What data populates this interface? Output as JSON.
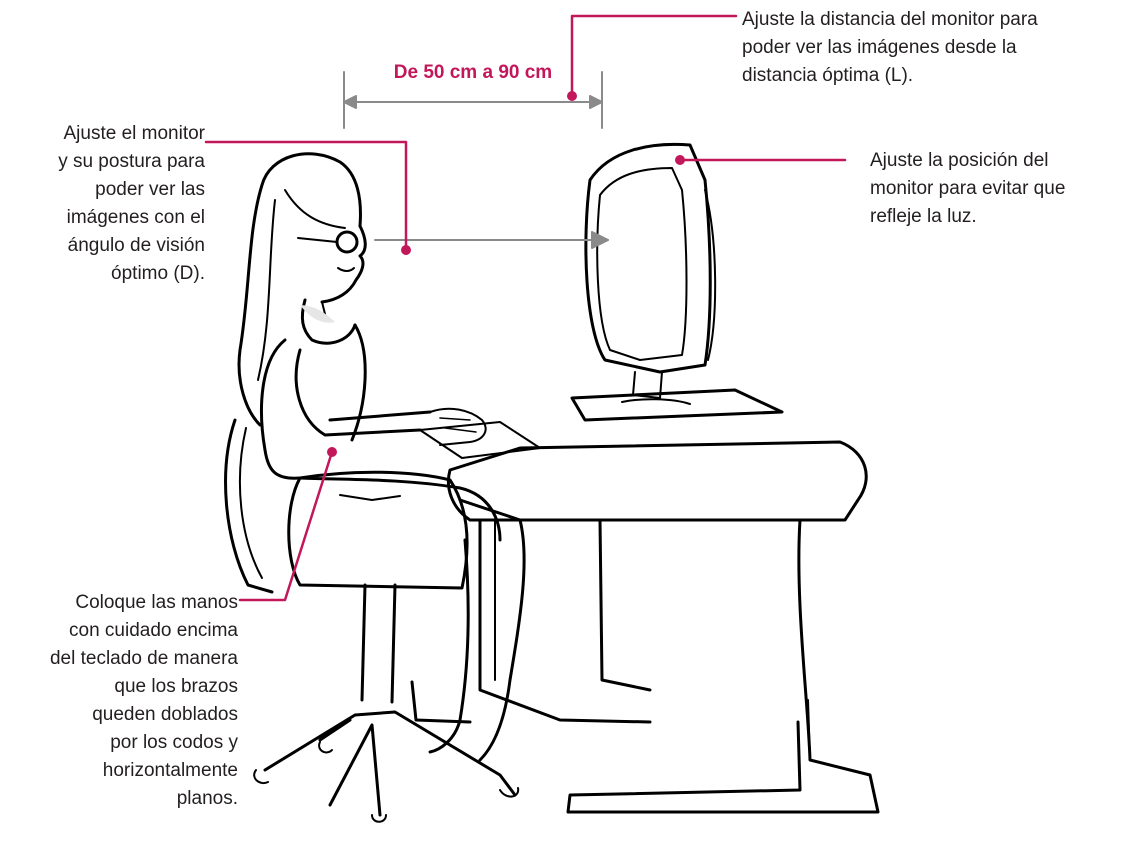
{
  "colors": {
    "accent": "#c2185b",
    "text": "#231f20",
    "line": "#000000",
    "guide": "#8a8a8a",
    "shade": "#e6e6e6"
  },
  "labels": {
    "distance_range": "De 50 cm a 90 cm",
    "monitor_distance": "Ajuste la distancia del monitor para\npoder ver las imágenes desde la\ndistancia óptima (L).",
    "viewing_angle": "Ajuste el monitor\ny su postura para\npoder ver las\nimágenes con el\nángulo de visión\nóptimo (D).",
    "monitor_position": "Ajuste la posición del\nmonitor para evitar que\nrefleje la luz.",
    "hands": "Coloque las manos\ncon cuidado encima\ndel teclado de manera\nque los brazos\nqueden doblados\npor los codos y\nhorizontalmente\nplanos."
  },
  "icons": {
    "illustration": "person-at-computer-posture-illustration",
    "callout_dot": "callout-dot"
  }
}
